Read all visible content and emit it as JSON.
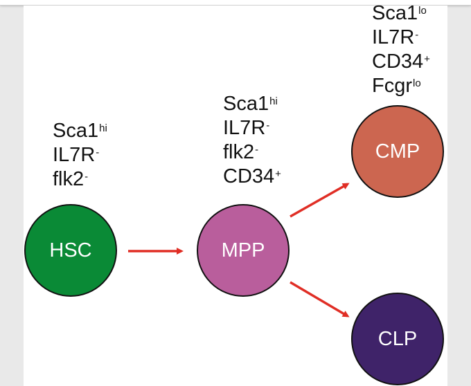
{
  "cells": [
    {
      "id": "hsc",
      "label": "HSC",
      "color": "#0a8a36"
    },
    {
      "id": "mpp",
      "label": "MPP",
      "color": "#b95e9c"
    },
    {
      "id": "cmp",
      "label": "CMP",
      "color": "#cc6650"
    },
    {
      "id": "clp",
      "label": "CLP",
      "color": "#3f2369"
    }
  ],
  "markers": {
    "hsc": [
      {
        "name": "Sca1",
        "sup": "hi"
      },
      {
        "name": "IL7R",
        "sup": "-"
      },
      {
        "name": "flk2",
        "sup": "-"
      }
    ],
    "mpp": [
      {
        "name": "Sca1",
        "sup": "hi"
      },
      {
        "name": "IL7R",
        "sup": "-"
      },
      {
        "name": "flk2",
        "sup": "-"
      },
      {
        "name": "CD34",
        "sup": "+"
      }
    ],
    "cmp": [
      {
        "name": "Sca1",
        "sup": "lo"
      },
      {
        "name": "IL7R",
        "sup": "-"
      },
      {
        "name": "CD34",
        "sup": "+"
      },
      {
        "name": "Fcgr",
        "sup": "lo"
      }
    ]
  },
  "arrow_color": "#e02e25"
}
